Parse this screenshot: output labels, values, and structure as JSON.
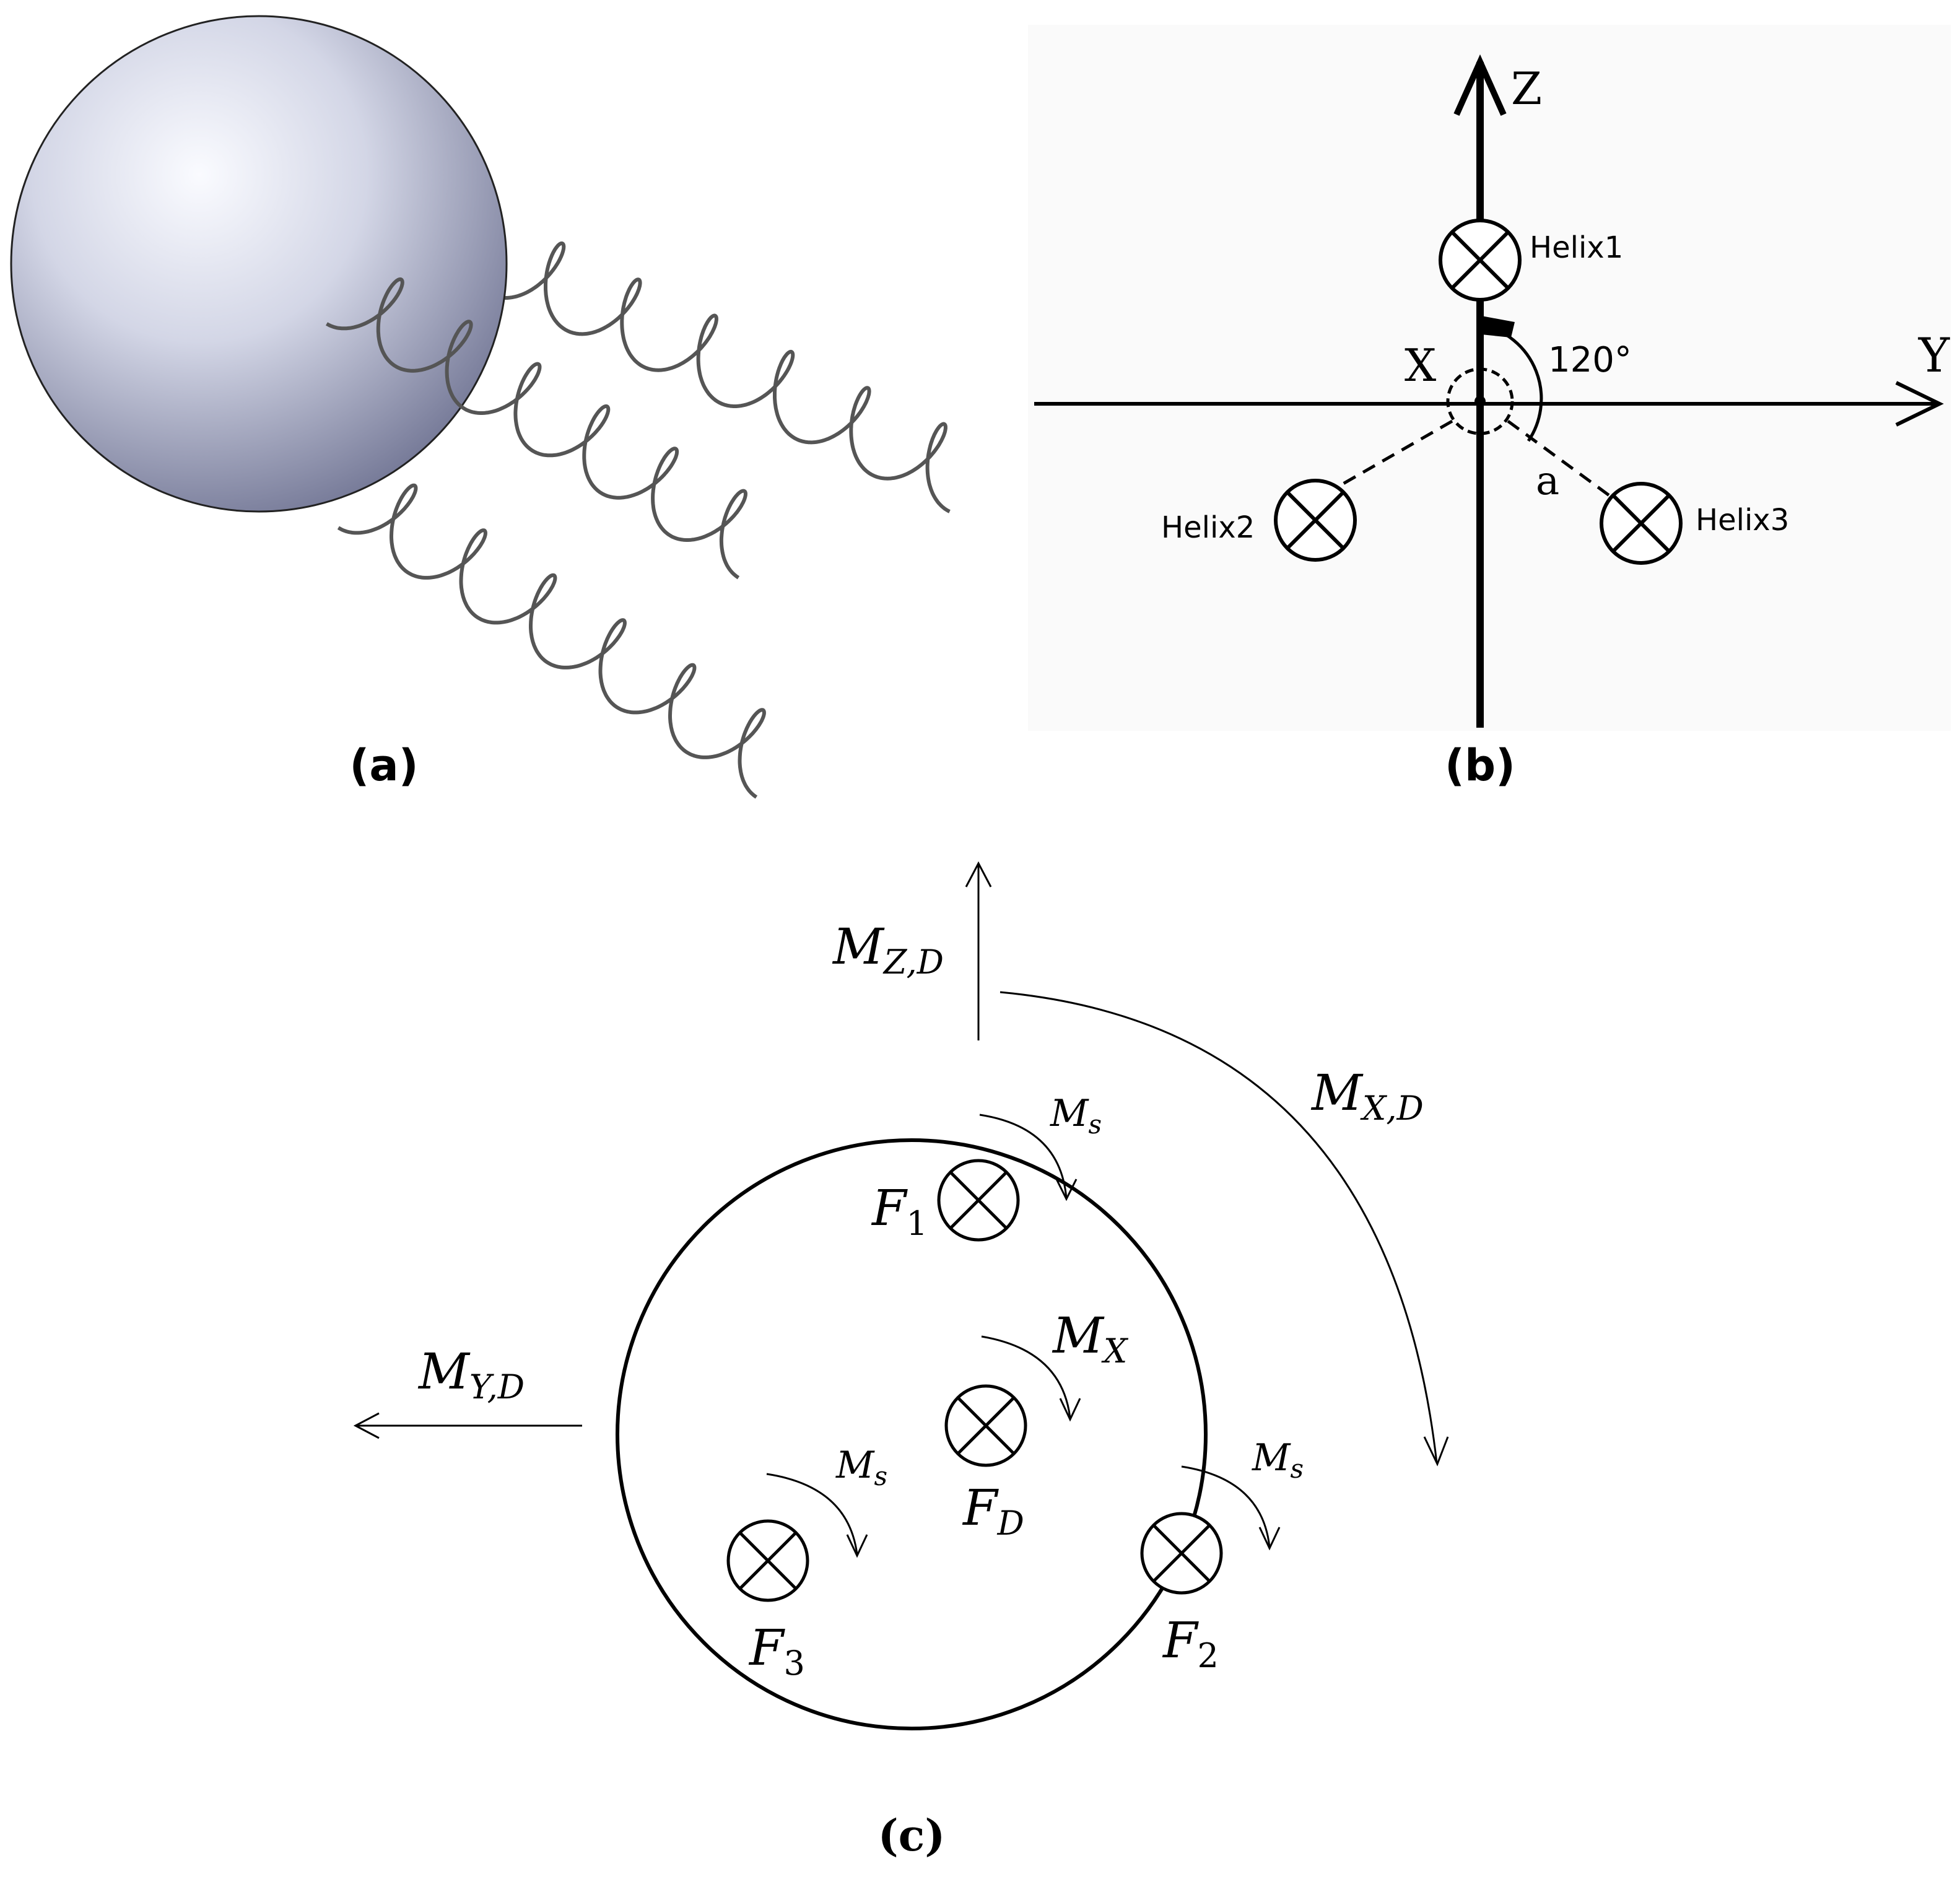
{
  "panel_a": {
    "caption": "(a)",
    "colors": {
      "sphere_light": "#fafbff",
      "sphere_mid": "#c9cde0",
      "sphere_dark": "#6f7392",
      "helix": "#555555"
    }
  },
  "panel_b": {
    "caption": "(b)",
    "axes": {
      "z": "Z",
      "y": "Y",
      "x": "X"
    },
    "helix_labels": [
      "Helix1",
      "Helix2",
      "Helix3"
    ],
    "angle_label": "120°",
    "a_label": "a",
    "background": "#fafafa"
  },
  "panel_c": {
    "caption": "(c)",
    "moments": {
      "mzd": {
        "main": "M",
        "sub": "Z,D"
      },
      "mxd": {
        "main": "M",
        "sub": "X,D"
      },
      "myd": {
        "main": "M",
        "sub": "Y,D"
      },
      "mx": {
        "main": "M",
        "sub": "X"
      },
      "ms": {
        "main": "M",
        "sub": "s"
      }
    },
    "forces": {
      "f1": {
        "main": "F",
        "sub": "1"
      },
      "f2": {
        "main": "F",
        "sub": "2"
      },
      "f3": {
        "main": "F",
        "sub": "3"
      },
      "fd": {
        "main": "F",
        "sub": "D"
      }
    }
  }
}
